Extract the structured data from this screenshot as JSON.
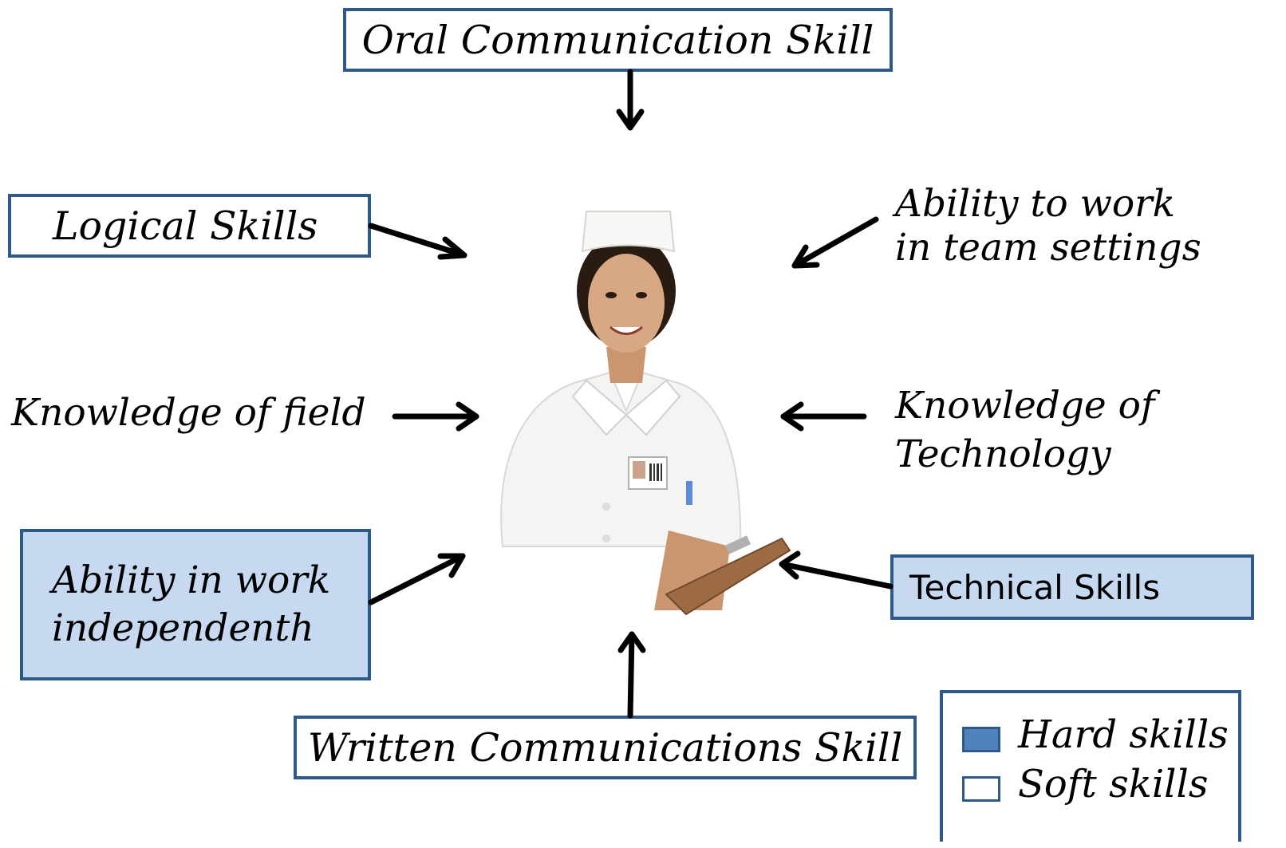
{
  "skills": {
    "oral": "Oral Communication Skill",
    "logical": "Logical Skills",
    "team_line1": "Ability to work",
    "team_line2": "in team settings",
    "field": "Knowledge of field",
    "tech_line1": "Knowledge of",
    "tech_line2": "Technology",
    "independent_line1": "Ability in work",
    "independent_line2": "independenth",
    "technical": "Technical Skills",
    "written": "Written Communications Skill"
  },
  "legend": {
    "hard": "Hard skills",
    "soft": "Soft skills"
  },
  "colors": {
    "box_border": "#2e5a8a",
    "hard_fill": "#c6d9f1",
    "legend_hard_swatch": "#4f81bd",
    "arrow": "#000000"
  },
  "icons": {
    "center_image": "nurse-illustration"
  }
}
